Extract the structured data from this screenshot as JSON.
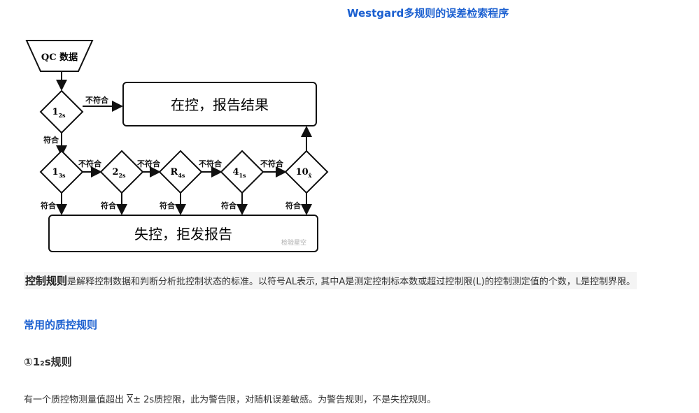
{
  "title": "Westgard多规则的误差检索程序",
  "flowchart": {
    "start_label": "QC 数据",
    "pass_label": "不符合",
    "fail_label": "符合",
    "in_control": "在控，报告结果",
    "out_of_control": "失控，拒发报告",
    "watermark": "检验星空",
    "rules": [
      {
        "main": "1",
        "sub": "2s"
      },
      {
        "main": "1",
        "sub": "3s"
      },
      {
        "main": "2",
        "sub": "2s"
      },
      {
        "main": "R",
        "sub": "4s"
      },
      {
        "main": "4",
        "sub": "1s"
      },
      {
        "main": "10",
        "sub": "x̄"
      }
    ]
  },
  "rules_para": {
    "term": "控制规则",
    "text": "是解释控制数据和判断分析批控制状态的标准。以符号AL表示, 其中A是测定控制标本数或超过控制限(L)的控制测定值的个数，L是控制界限。"
  },
  "common_heading": "常用的质控规则",
  "rule_heading": "①1₂s规则",
  "rule_desc": {
    "before": "有一个质控物测量值超出",
    "xbar": "X",
    "after": "± 2s质控限，此为警告限，对随机误差敏感。为警告规则，不是失控规则。"
  }
}
